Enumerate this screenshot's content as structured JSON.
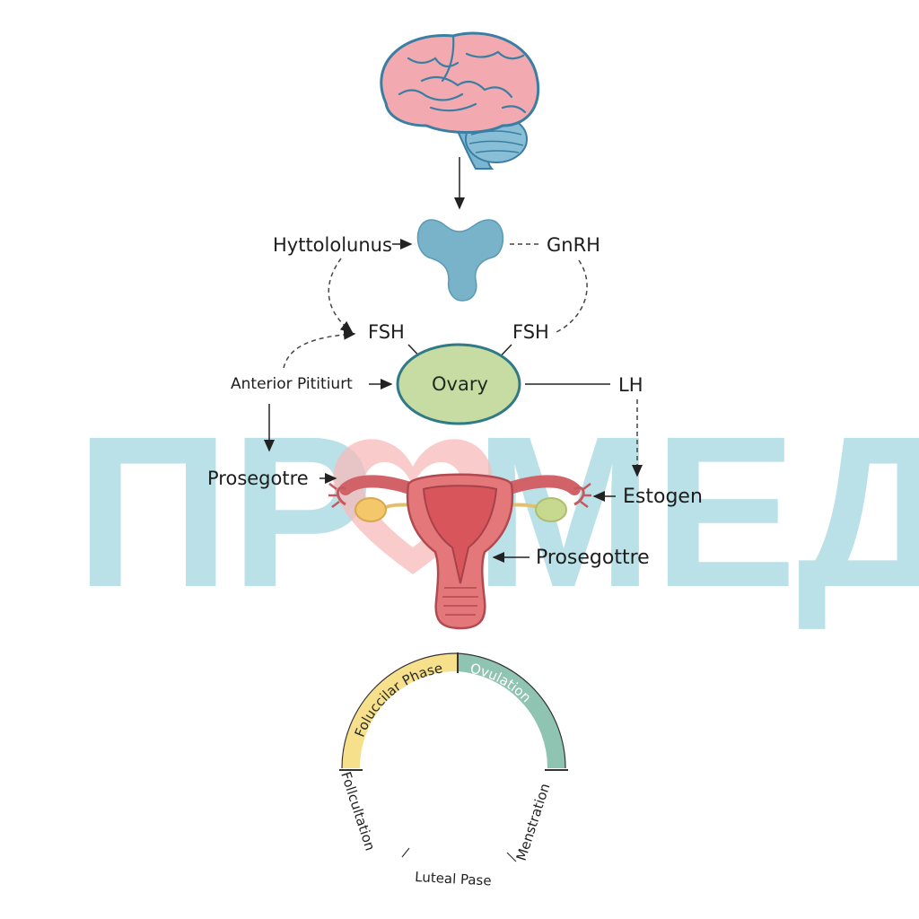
{
  "diagram": {
    "labels": {
      "hypothalamus": "Hyttololunus",
      "gnrh": "GnRH",
      "fsh_left": "FSH",
      "fsh_right": "FSH",
      "ovary": "Ovary",
      "anterior_pituitary": "Anterior Pititiurt",
      "lh": "LH",
      "progesterone_left": "Prosegotre",
      "estrogen": "Estogen",
      "progesterone_bottom": "Prosegottre"
    },
    "cycle": {
      "follicular_phase": "Foluccilar Phase",
      "ovulation": "Ovulation",
      "folliculation": "Follcultation",
      "luteal_phase": "Luteal Pase",
      "menstruation": "Menstration"
    },
    "watermark": {
      "text_left": "ПР",
      "text_right": "МЕД"
    },
    "colors": {
      "brain": "#f2aab0",
      "brain_outline": "#3b7ea3",
      "pituitary": "#79b3ca",
      "ovary": "#c7dca2",
      "ovary_outline": "#2f7a86",
      "uterus": "#e4777a",
      "follicular_band": "#f6e08c",
      "ovulation_band": "#8fc4b2",
      "watermark": "#9fd6de",
      "watermark_heart": "#f7b9b9"
    }
  }
}
